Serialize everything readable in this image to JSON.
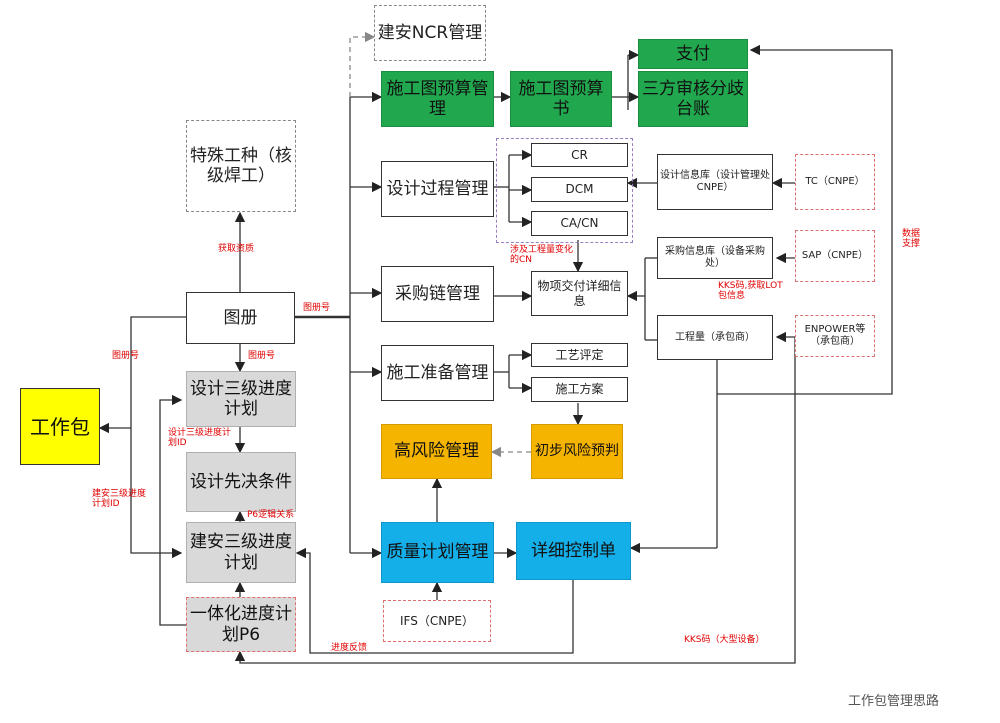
{
  "nodes": {
    "ncr": "建安NCR管理",
    "special_trade": "特殊工种（核级焊工）",
    "drawing_budget_mgmt": "施工图预算管理",
    "drawing_budget": "施工图预算书",
    "payment": "支付",
    "third_party": "三方审核分歧台账",
    "design_process": "设计过程管理",
    "cr": "CR",
    "dcm": "DCM",
    "ca_cn": "CA/CN",
    "design_info": "设计信息库（设计管理处CNPE）",
    "tc": "TC（CNPE）",
    "procurement": "采购链管理",
    "material_detail": "物项交付详细信息",
    "purchase_info": "采购信息库（设备采购处）",
    "sap": "SAP（CNPE）",
    "quantity": "工程量（承包商）",
    "enpower": "ENPOWER等（承包商）",
    "construction_prep": "施工准备管理",
    "process_eval": "工艺评定",
    "construction_plan": "施工方案",
    "high_risk": "高风险管理",
    "initial_risk": "初步风险预判",
    "quality_plan": "质量计划管理",
    "detail_control": "详细控制单",
    "ifs": "IFS（CNPE）",
    "atlas": "图册",
    "work_package": "工作包",
    "design_l3": "设计三级进度计划",
    "design_prereq": "设计先决条件",
    "construction_l3": "建安三级进度计划",
    "integrated_p6": "一体化进度计划P6"
  },
  "labels": {
    "skill_req": "获取资质",
    "atlas_no": "图册号",
    "atlas_no_left": "图册号",
    "atlas_no_down": "图册号",
    "design_l3_id": "设计三级进度计划ID",
    "construction_l3_id": "建安三级进度计划ID",
    "p6_logic": "P6逻辑关系",
    "design_change": "涉及工程量变化的CN",
    "kks_lot": "KKS码,获取LOT包信息",
    "data_support": "数据支撑",
    "kks_equipment": "KKS码（大型设备）",
    "construction_feedback": "进度反馈"
  },
  "watermark": "工作包管理思路",
  "colors": {
    "green": "#21a84e",
    "orange": "#f5b400",
    "blue": "#14aee8",
    "gray": "#d9d9d9",
    "yellow": "#ffff00",
    "label_red": "#e00000"
  }
}
